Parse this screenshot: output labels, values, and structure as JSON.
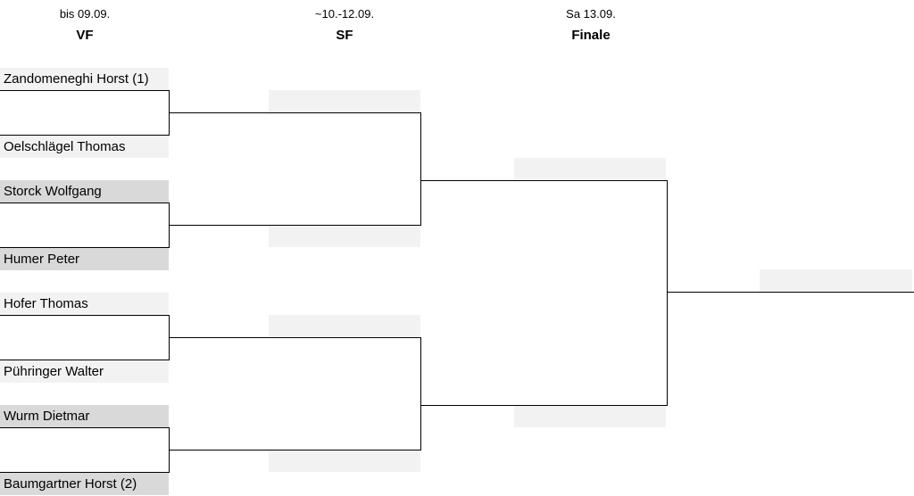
{
  "rounds": [
    {
      "date": "bis 09.09.",
      "name": "VF"
    },
    {
      "date": "~10.-12.09.",
      "name": "SF"
    },
    {
      "date": "Sa 13.09.",
      "name": "Finale"
    }
  ],
  "quarterfinal_players": [
    "Zandomeneghi Horst (1)",
    "Oelschlägel Thomas",
    "Storck Wolfgang",
    "Humer Peter",
    "Hofer Thomas",
    "Pühringer Walter",
    "Wurm Dietmar",
    "Baumgartner Horst (2)"
  ],
  "semifinal_slots": [
    "",
    "",
    "",
    ""
  ],
  "final_slots": [
    "",
    ""
  ],
  "winner_slot": "",
  "colors": {
    "slot_light": "#f2f2f2",
    "slot_dark": "#d9d9d9",
    "line": "#000000"
  }
}
